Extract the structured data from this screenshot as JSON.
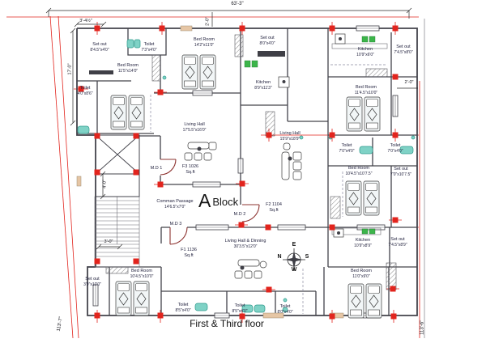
{
  "title": "First & Third floor",
  "block": {
    "letter": "A",
    "word": "Block"
  },
  "compass": {
    "top": "E",
    "left": "N",
    "right": "S",
    "bottom": "W"
  },
  "colors": {
    "red": "#e2241d",
    "wall": "#43434b",
    "door": "#8e3431",
    "fixture": "#7fd2c6",
    "fixture_dark": "#2e9a8c",
    "sink_green": "#3cb54a",
    "tan": "#e6c6a5",
    "text": "#23233f"
  },
  "rooms": [
    {
      "name": "Set out",
      "size": "8'4.5\"x4'0\""
    },
    {
      "name": "Toilet",
      "size": "7'3\"x4'0\""
    },
    {
      "name": "Bed Room",
      "size": "14'2\"x11'0\""
    },
    {
      "name": "Set out",
      "size": "8'0\"x4'0\""
    },
    {
      "name": "Kitchen",
      "size": "10'9\"x6'0\""
    },
    {
      "name": "Set out",
      "size": "7'4.5\"x8'0\""
    },
    {
      "name": "Bed Room",
      "size": "11'5\"x14'0\""
    },
    {
      "name": "Toilet",
      "size": "4'0\"x8'6\""
    },
    {
      "name": "Kitchen",
      "size": "8'9\"x11'3\""
    },
    {
      "name": "Bed Room",
      "size": "11'4.5\"x10'0\""
    },
    {
      "name": "Living Hall",
      "size": "17'5.5\"x16'0\""
    },
    {
      "name": "Living Hall",
      "size": "15'9\"x18'9\""
    },
    {
      "name": "Toilet",
      "size": "7'0\"x4'0\""
    },
    {
      "name": "Toilet",
      "size": "7'0\"x4'0\""
    },
    {
      "name": "Bed Room",
      "size": "10'4.5\"x10'7.5\""
    },
    {
      "name": "Set out",
      "size": "7'0\"x10'7.5\""
    },
    {
      "name": "Comman Passage",
      "size": "14'6.5\"x7'0\""
    },
    {
      "name": "Living Hall & Dinning",
      "size": "30'3.5\"x12'0\""
    },
    {
      "name": "Kitchen",
      "size": "10'9\"x8'9\""
    },
    {
      "name": "Set out",
      "size": "7'4.5\"x8'9\""
    },
    {
      "name": "Set out",
      "size": "3'9\"x10'0\""
    },
    {
      "name": "Bed Room",
      "size": "10'4.5\"x10'0\""
    },
    {
      "name": "Toilet",
      "size": "8'5\"x4'0\""
    },
    {
      "name": "Toilet",
      "size": "8'5\"x4'0\""
    },
    {
      "name": "Toilet",
      "size": "8'0\"x4'0\""
    },
    {
      "name": "Bed Room",
      "size": "11'0\"x9'0\""
    }
  ],
  "flats": [
    {
      "id": "F3 1026",
      "unit": "Sq.ft"
    },
    {
      "id": "F2 1104",
      "unit": "Sq.ft"
    },
    {
      "id": "F1 1136",
      "unit": "Sq.ft"
    }
  ],
  "doors": [
    {
      "label": "M.D 1"
    },
    {
      "label": "M.D 2"
    },
    {
      "label": "M.D 3"
    }
  ],
  "dimensions": {
    "top_width": "63'-3\"",
    "offset_top_left": "3'-4½\"",
    "left_height_upper": "17'-0\"",
    "gap_top": "2'-0\"",
    "gap_right": "2'-0\"",
    "stair_width": "4'-0\"",
    "stair_landing": "3'-0\"",
    "site_left": "113'-7\"",
    "site_right": "113'-6\""
  }
}
